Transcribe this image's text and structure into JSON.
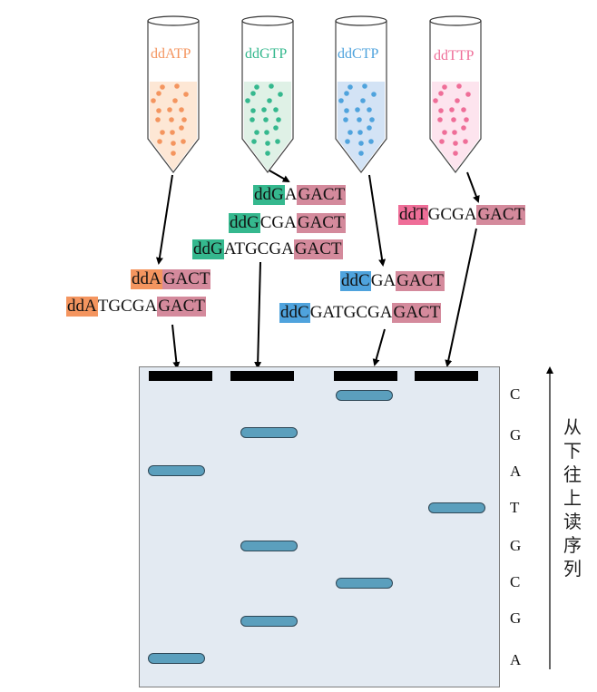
{
  "colors": {
    "A": "#f4955f",
    "G": "#35b88e",
    "C": "#4fa3dd",
    "T": "#ef6e98",
    "primer": "#d48a9c",
    "A_fill": "#fde7d5",
    "G_fill": "#dff1e6",
    "C_fill": "#d3e3f5",
    "T_fill": "#fde4ee",
    "band": "#5b9fbd",
    "gel": "#e3eaf2"
  },
  "tubes": [
    {
      "label": "ddATP",
      "base": "A"
    },
    {
      "label": "ddGTP",
      "base": "G"
    },
    {
      "label": "ddCTP",
      "base": "C"
    },
    {
      "label": "ddTTP",
      "base": "T"
    }
  ],
  "fragments": [
    {
      "dd": "ddG",
      "middle": "A",
      "primer": "GACT",
      "base": "G"
    },
    {
      "dd": "ddG",
      "middle": "CGA",
      "primer": "GACT",
      "base": "G"
    },
    {
      "dd": "ddG",
      "middle": "ATGCGA",
      "primer": "GACT",
      "base": "G"
    },
    {
      "dd": "ddT",
      "middle": "GCGA",
      "primer": "GACT",
      "base": "T"
    },
    {
      "dd": "ddA",
      "middle": "",
      "primer": "GACT",
      "base": "A"
    },
    {
      "dd": "ddA",
      "middle": "TGCGA",
      "primer": "GACT",
      "base": "A"
    },
    {
      "dd": "ddC",
      "middle": "GA",
      "primer": "GACT",
      "base": "C"
    },
    {
      "dd": "ddC",
      "middle": "GATGCGA",
      "primer": "GACT",
      "base": "C"
    }
  ],
  "gel": {
    "lanes": [
      "A",
      "G",
      "C",
      "T"
    ],
    "rows": [
      "C",
      "G",
      "A",
      "T",
      "G",
      "C",
      "G",
      "A"
    ],
    "bands": [
      {
        "lane": 2,
        "row": 0
      },
      {
        "lane": 1,
        "row": 1
      },
      {
        "lane": 0,
        "row": 2
      },
      {
        "lane": 3,
        "row": 3
      },
      {
        "lane": 1,
        "row": 4
      },
      {
        "lane": 2,
        "row": 5
      },
      {
        "lane": 1,
        "row": 6
      },
      {
        "lane": 0,
        "row": 7
      }
    ]
  },
  "read_direction_label": "从下往上读序列"
}
